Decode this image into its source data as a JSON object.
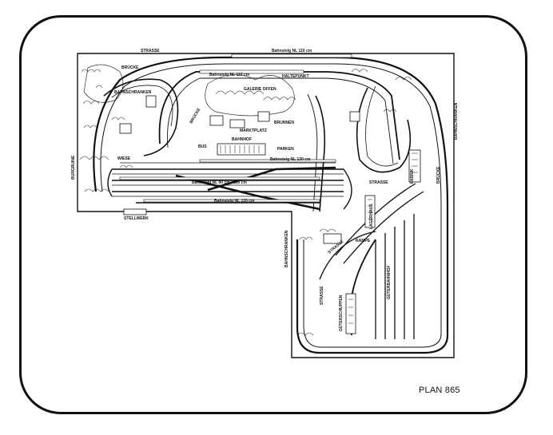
{
  "plan_label": "PLAN 865",
  "labels": {
    "strasse_top": "STRASSE",
    "bahnsteig_top": "Bahnsteig NL 110 cm",
    "bruecke_left": "BRÜCKE",
    "bahnsteig_nl110": "Bahnsteig NL 110 cm",
    "haltepunkt": "HALTEPUNKT",
    "galerie": "GALERIE OFFEN",
    "bahnschranken_left": "BAHNSCHRANKEN",
    "bruecke_mid": "BRÜCKE",
    "marktplatz": "MARKTPLATZ",
    "brunnen": "BRUNNEN",
    "bahnhof": "BAHNHOF",
    "parken": "PARKEN",
    "bus": "BUS",
    "wiese": "WIESE",
    "burgruine": "BURGRUINE",
    "bahnsteig_nl130": "Bahnsteig NL 130 cm",
    "bahnsteig_nl90": "Bahnsteig NL 90 cm / 100 cm",
    "bahnsteig_nl120": "Bahnsteig NL 120 cm",
    "stellwerk": "STELLWERK",
    "strasse_right": "STRASSE",
    "fabrik": "FABRIK",
    "lagerhaus": "LAGERHAUS",
    "rampe": "RAMPE",
    "bruecke_right": "BRÜCKE",
    "bahnschranken_right": "BAHNSCHRANKEN",
    "bahnschranken_low": "BAHNSCHRANKEN",
    "strasse_low": "STRASSE",
    "gueterschuppen": "GÜTERSCHUPPEN",
    "gueterbahnhof": "GÜTERBAHNHOF",
    "strasse_mid": "STRASSE"
  }
}
